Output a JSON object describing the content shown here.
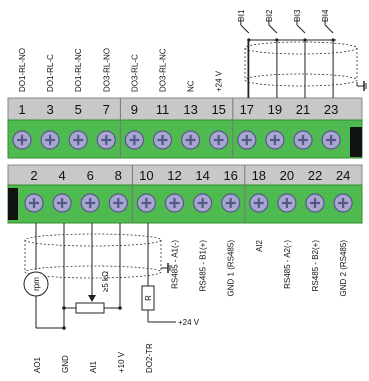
{
  "colors": {
    "strip_gray": "#c8c8c8",
    "strip_green": "#4fba4f",
    "strip_green_dark": "#2f8f2f",
    "screw": "#a6a6cf",
    "screw_dark": "#56568a"
  },
  "top_row": {
    "numbers": [
      "1",
      "3",
      "5",
      "7",
      "9",
      "11",
      "13",
      "15",
      "17",
      "19",
      "21",
      "23"
    ],
    "labels": [
      "DO1-RL-NO",
      "DO1-RL-C",
      "DO1-RL-NC",
      "DO3-RL-NO",
      "DO3-RL-C",
      "DO3-RL-NC",
      "NC",
      "+24 V",
      "",
      "",
      "",
      ""
    ]
  },
  "bottom_row": {
    "numbers": [
      "2",
      "4",
      "6",
      "8",
      "10",
      "12",
      "14",
      "16",
      "18",
      "20",
      "22",
      "24"
    ],
    "labels": [
      "",
      "",
      "",
      "",
      "",
      "RS485 - A1(-)",
      "RS485 - B1(+)",
      "GND 1 (RS485)",
      "AI2",
      "RS485 - A2(-)",
      "RS485 - B2(+)",
      "GND 2 (RS485)"
    ]
  },
  "digital_inputs": [
    "DI1",
    "DI2",
    "DI3",
    "DI4"
  ],
  "external": {
    "meter": "rpm",
    "pot_value": "≥5 kΩ",
    "resistor": "R",
    "supply": "+24 V",
    "terminal_labels": [
      "AO1",
      "GND",
      "AI1",
      "+10 V",
      "DO2-TR"
    ]
  }
}
